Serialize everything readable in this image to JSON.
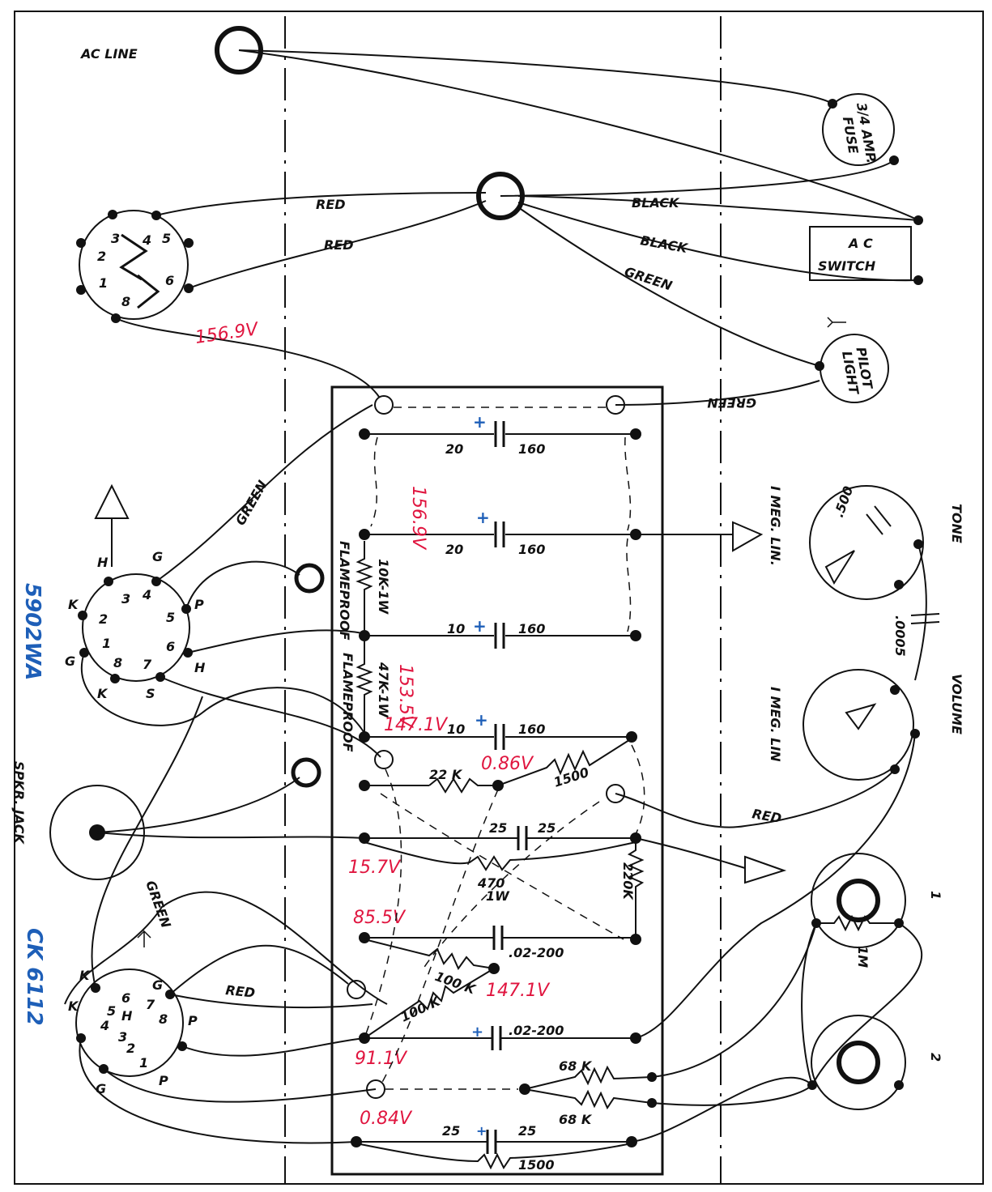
{
  "labels": {
    "ac_line": "AC LINE",
    "fuse": [
      "3/4 AMP.",
      "FUSE"
    ],
    "ac_switch": [
      "A C",
      "SWITCH"
    ],
    "pilot_light": [
      "PILOT",
      "LIGHT"
    ],
    "tone": "TONE",
    "volume": "VOLUME",
    "input_1": "1",
    "input_2": "2",
    "tone_pot": "I MEG. LIN.",
    "volume_pot": "I MEG. LIN",
    "tone_cap_500": ".500",
    "tone_cap_0005": ".0005",
    "speaker_jack": "SPKR. JACK",
    "tube_1": "5902WA",
    "tube_2": "CK 6112",
    "input_resistor": "1M"
  },
  "wires": {
    "red_1": "RED",
    "red_2": "RED",
    "black_1": "BLACK",
    "black_2": "BLACK",
    "green_1": "GREEN",
    "green_2": "GREEN",
    "green_3": "GREEN",
    "green_4": "GREEN",
    "red_3": "RED",
    "red_4": "RED"
  },
  "pins": {
    "rectifier": [
      "3",
      "4",
      "5",
      "2",
      "1",
      "6",
      "8"
    ],
    "tube1": [
      "G",
      "3",
      "4",
      "5",
      "6",
      "7",
      "8",
      "1",
      "2",
      "H",
      "K",
      "P",
      "H",
      "K",
      "G",
      "S"
    ],
    "tube2": [
      "G",
      "6",
      "7",
      "8",
      "H",
      "5",
      "4",
      "3",
      "2",
      "1",
      "P",
      "P",
      "K",
      "K",
      "G"
    ]
  },
  "components": {
    "c1": [
      "20",
      "160"
    ],
    "c2": [
      "20",
      "160"
    ],
    "c3": [
      "10",
      "160"
    ],
    "c4": [
      "10",
      "160"
    ],
    "r_10k": "10K-1W",
    "r_10k_note": "FLAMEPROOF",
    "r_47k": "47K-1W",
    "r_47k_note": "FLAMEPROOF",
    "r_22k": "22 K",
    "r_1500_a": "1500",
    "c_25_a": [
      "25",
      "25"
    ],
    "r_470": "470",
    "r_470_w": "1W",
    "r_220k": "220K",
    "c_02_a": ".02-200",
    "r_100k_a": "100 K",
    "r_100k_b": "100 K",
    "c_02_b": ".02-200",
    "r_68k_a": "68 K",
    "r_68k_b": "68 K",
    "c_25_b": [
      "25",
      "25"
    ],
    "r_1500_b": "1500"
  },
  "voltages": {
    "v1": "156.9V",
    "v2": "156.9V",
    "v3": "153.5V",
    "v4": "147.1V",
    "v5": "0.86V",
    "v6": "15.7V",
    "v7": "85.5V",
    "v8": "147.1V",
    "v9": "91.1V",
    "v10": "0.84V"
  },
  "colors": {
    "ink": "#111111",
    "voltage_annotation": "#e0153f",
    "blue_annotation": "#1e5fb8"
  }
}
